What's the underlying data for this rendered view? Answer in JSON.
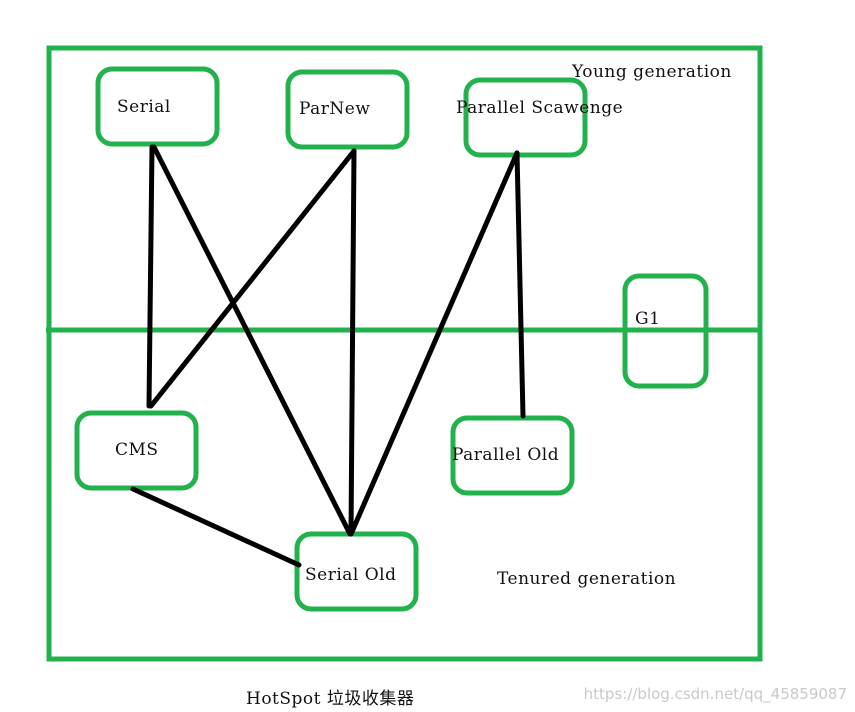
{
  "diagram": {
    "caption": "HotSpot 垃圾收集器",
    "watermark": "https://blog.csdn.net/qq_45859087",
    "regions": {
      "young": "Young generation",
      "tenured": "Tenured generation"
    },
    "collectors": {
      "serial": "Serial",
      "parnew": "ParNew",
      "parallel_scavenge": "Parallel Scawenge",
      "g1": "G1",
      "cms": "CMS",
      "parallel_old": "Parallel Old",
      "serial_old": "Serial Old"
    },
    "connections": [
      [
        "Serial",
        "CMS"
      ],
      [
        "Serial",
        "Serial Old"
      ],
      [
        "ParNew",
        "CMS"
      ],
      [
        "ParNew",
        "Serial Old"
      ],
      [
        "Parallel Scawenge",
        "Serial Old"
      ],
      [
        "Parallel Scawenge",
        "Parallel Old"
      ],
      [
        "CMS",
        "Serial Old"
      ]
    ],
    "colors": {
      "box_stroke": "#22b14c",
      "connector": "#000000"
    }
  }
}
